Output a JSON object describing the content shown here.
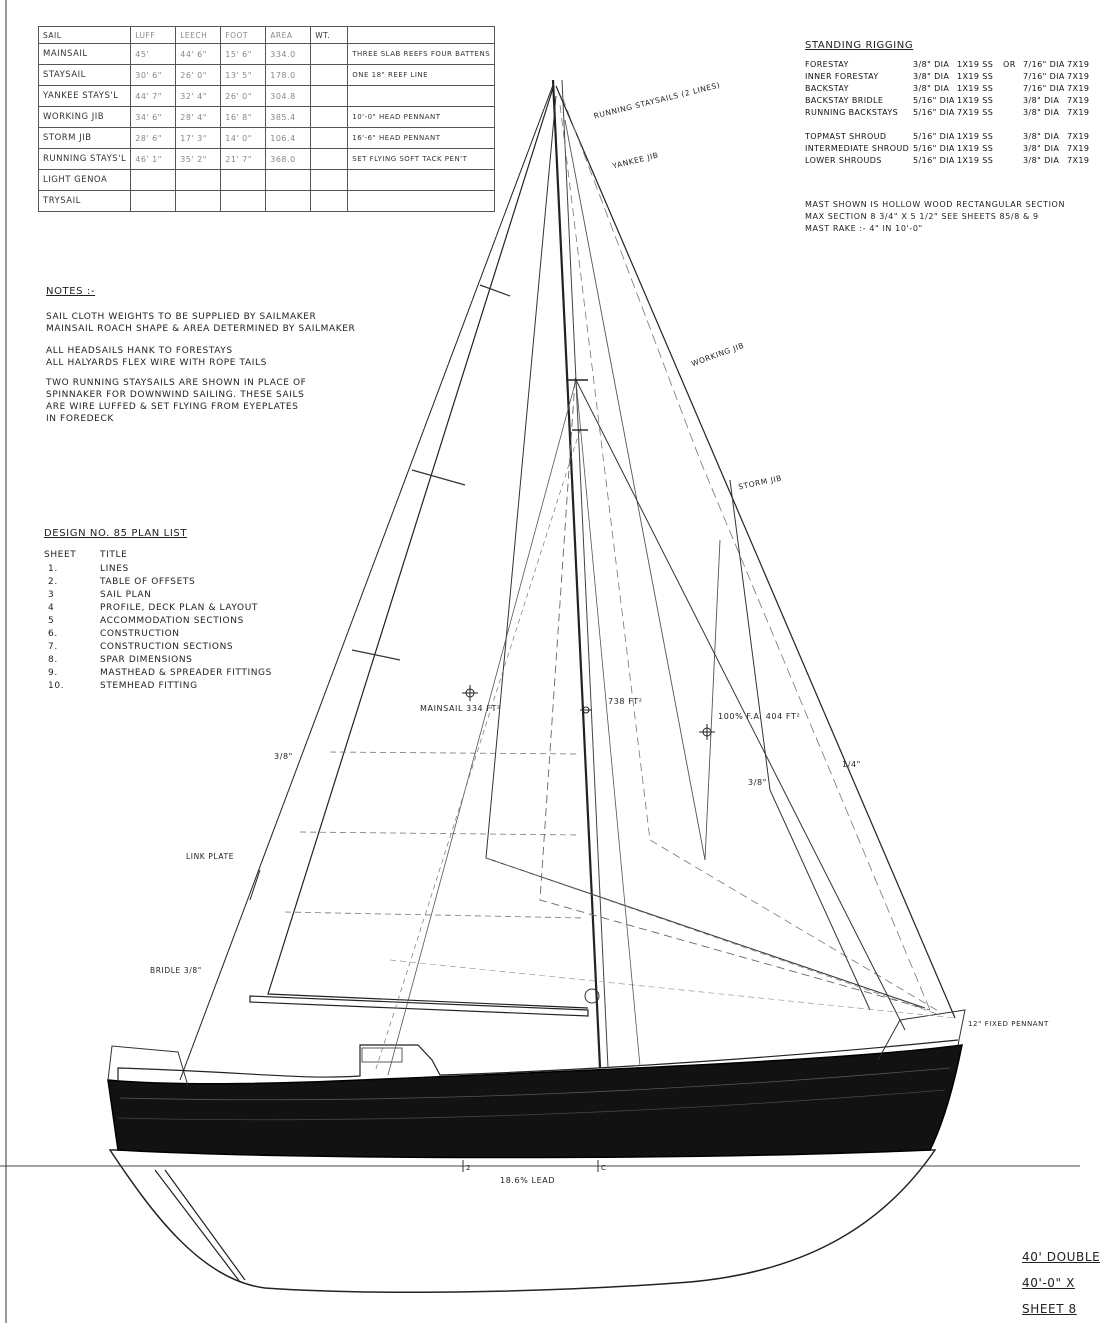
{
  "sail_table": {
    "headers": [
      "Sail",
      "Luff",
      "Leech",
      "Foot",
      "Area",
      "Wt."
    ],
    "rows": [
      {
        "name": "Mainsail",
        "luff": "45'",
        "leech": "44' 6\"",
        "foot": "15' 6\"",
        "area": "334.0",
        "wt": "",
        "remarks": "Three slab reefs  four battens"
      },
      {
        "name": "Staysail",
        "luff": "30' 6\"",
        "leech": "26' 0\"",
        "foot": "13' 5\"",
        "area": "178.0",
        "wt": "",
        "remarks": "One 18\" reef line"
      },
      {
        "name": "Yankee Stays'l",
        "luff": "44' 7\"",
        "leech": "32' 4\"",
        "foot": "26' 0\"",
        "area": "304.8",
        "wt": "",
        "remarks": ""
      },
      {
        "name": "Working Jib",
        "luff": "34' 6\"",
        "leech": "28' 4\"",
        "foot": "16' 8\"",
        "area": "385.4",
        "wt": "",
        "remarks": "10'-0\" head pennant"
      },
      {
        "name": "Storm Jib",
        "luff": "28' 6\"",
        "leech": "17' 3\"",
        "foot": "14' 0\"",
        "area": "106.4",
        "wt": "",
        "remarks": "16'-6\" head pennant"
      },
      {
        "name": "Running Stays'l",
        "luff": "46' 1\"",
        "leech": "35' 2\"",
        "foot": "21' 7\"",
        "area": "368.0",
        "wt": "",
        "remarks": "Set flying  soft tack pen't"
      },
      {
        "name": "Light Genoa",
        "luff": "",
        "leech": "",
        "foot": "",
        "area": "",
        "wt": "",
        "remarks": ""
      },
      {
        "name": "Trysail",
        "luff": "",
        "leech": "",
        "foot": "",
        "area": "",
        "wt": "",
        "remarks": ""
      }
    ]
  },
  "standing_rigging": {
    "title": "Standing Rigging",
    "rows": [
      {
        "item": "Forestay",
        "dia": "3/8\" dia",
        "wire": "1x19 SS",
        "alt": "or",
        "dia2": "7/16\" dia",
        "wire2": "7x19"
      },
      {
        "item": "Inner Forestay",
        "dia": "3/8\" dia",
        "wire": "1x19 SS",
        "alt": "",
        "dia2": "7/16\" dia",
        "wire2": "7x19"
      },
      {
        "item": "Backstay",
        "dia": "3/8\" dia",
        "wire": "1x19 SS",
        "alt": "",
        "dia2": "7/16\" dia",
        "wire2": "7x19"
      },
      {
        "item": "Backstay Bridle",
        "dia": "5/16\" dia",
        "wire": "1x19 SS",
        "alt": "",
        "dia2": "3/8\" dia",
        "wire2": "7x19"
      },
      {
        "item": "Running Backstays",
        "dia": "5/16\" dia",
        "wire": "7x19 SS",
        "alt": "",
        "dia2": "3/8\" dia",
        "wire2": "7x19"
      },
      {
        "item": "Topmast Shroud",
        "dia": "5/16\" dia",
        "wire": "1x19 SS",
        "alt": "",
        "dia2": "3/8\" dia",
        "wire2": "7x19"
      },
      {
        "item": "Intermediate Shroud",
        "dia": "5/16\" dia",
        "wire": "1x19 SS",
        "alt": "",
        "dia2": "3/8\" dia",
        "wire2": "7x19"
      },
      {
        "item": "Lower Shrouds",
        "dia": "5/16\" dia",
        "wire": "1x19 SS",
        "alt": "",
        "dia2": "3/8\" dia",
        "wire2": "7x19"
      }
    ],
    "mast_note": [
      "Mast shown is hollow wood rectangular section",
      "Max section  8 3/4\" x 5 1/2\"   See sheets 85/8 & 9",
      "Mast rake :-  4\" in 10'-0\""
    ]
  },
  "notes": {
    "title": "Notes :-",
    "lines": [
      "Sail cloth weights to be supplied by sailmaker",
      "Mainsail roach shape & area determined by sailmaker",
      "All headsails hank to forestays",
      "All halyards flex wire with rope tails",
      "Two running staysails are shown in place of",
      "spinnaker for downwind sailing. These sails",
      "are wire luffed & set flying from eyeplates",
      "in foredeck"
    ]
  },
  "plan_list": {
    "title": "Design No. 85  Plan List",
    "col_sheet": "Sheet",
    "col_title": "Title",
    "items": [
      {
        "sheet": "1.",
        "title": "Lines"
      },
      {
        "sheet": "2.",
        "title": "Table of offsets"
      },
      {
        "sheet": "3",
        "title": "Sail plan"
      },
      {
        "sheet": "4",
        "title": "Profile, deck plan & layout"
      },
      {
        "sheet": "5",
        "title": "Accommodation sections"
      },
      {
        "sheet": "6.",
        "title": "Construction"
      },
      {
        "sheet": "7.",
        "title": "Construction sections"
      },
      {
        "sheet": "8.",
        "title": "Spar dimensions"
      },
      {
        "sheet": "9.",
        "title": "Masthead & spreader fittings"
      },
      {
        "sheet": "10.",
        "title": "Stemhead fitting"
      }
    ]
  },
  "drawing_labels": {
    "running_staysails": "Running staysails (2 lines)",
    "yankee_jib": "Yankee jib",
    "working_jib": "Working jib",
    "storm_jib": "Storm jib",
    "mainsail_area": "Mainsail 334 ft²",
    "sail_738": "738 ft²",
    "fa_100": "100% F.A. 404 ft²",
    "link_plate": "Link plate",
    "bridle": "Bridle 3/8\"",
    "fixed_pennant": "12\" fixed pennant",
    "lead": "18.6% lead",
    "dim_38a": "3/8\"",
    "dim_38b": "3/8\"",
    "dim_14": "1/4\"",
    "mark_2": "2",
    "mark_c": "c"
  },
  "title_block": {
    "line1": "40' Double",
    "line2": "40'-0\" x",
    "line3": "Sheet 8"
  }
}
